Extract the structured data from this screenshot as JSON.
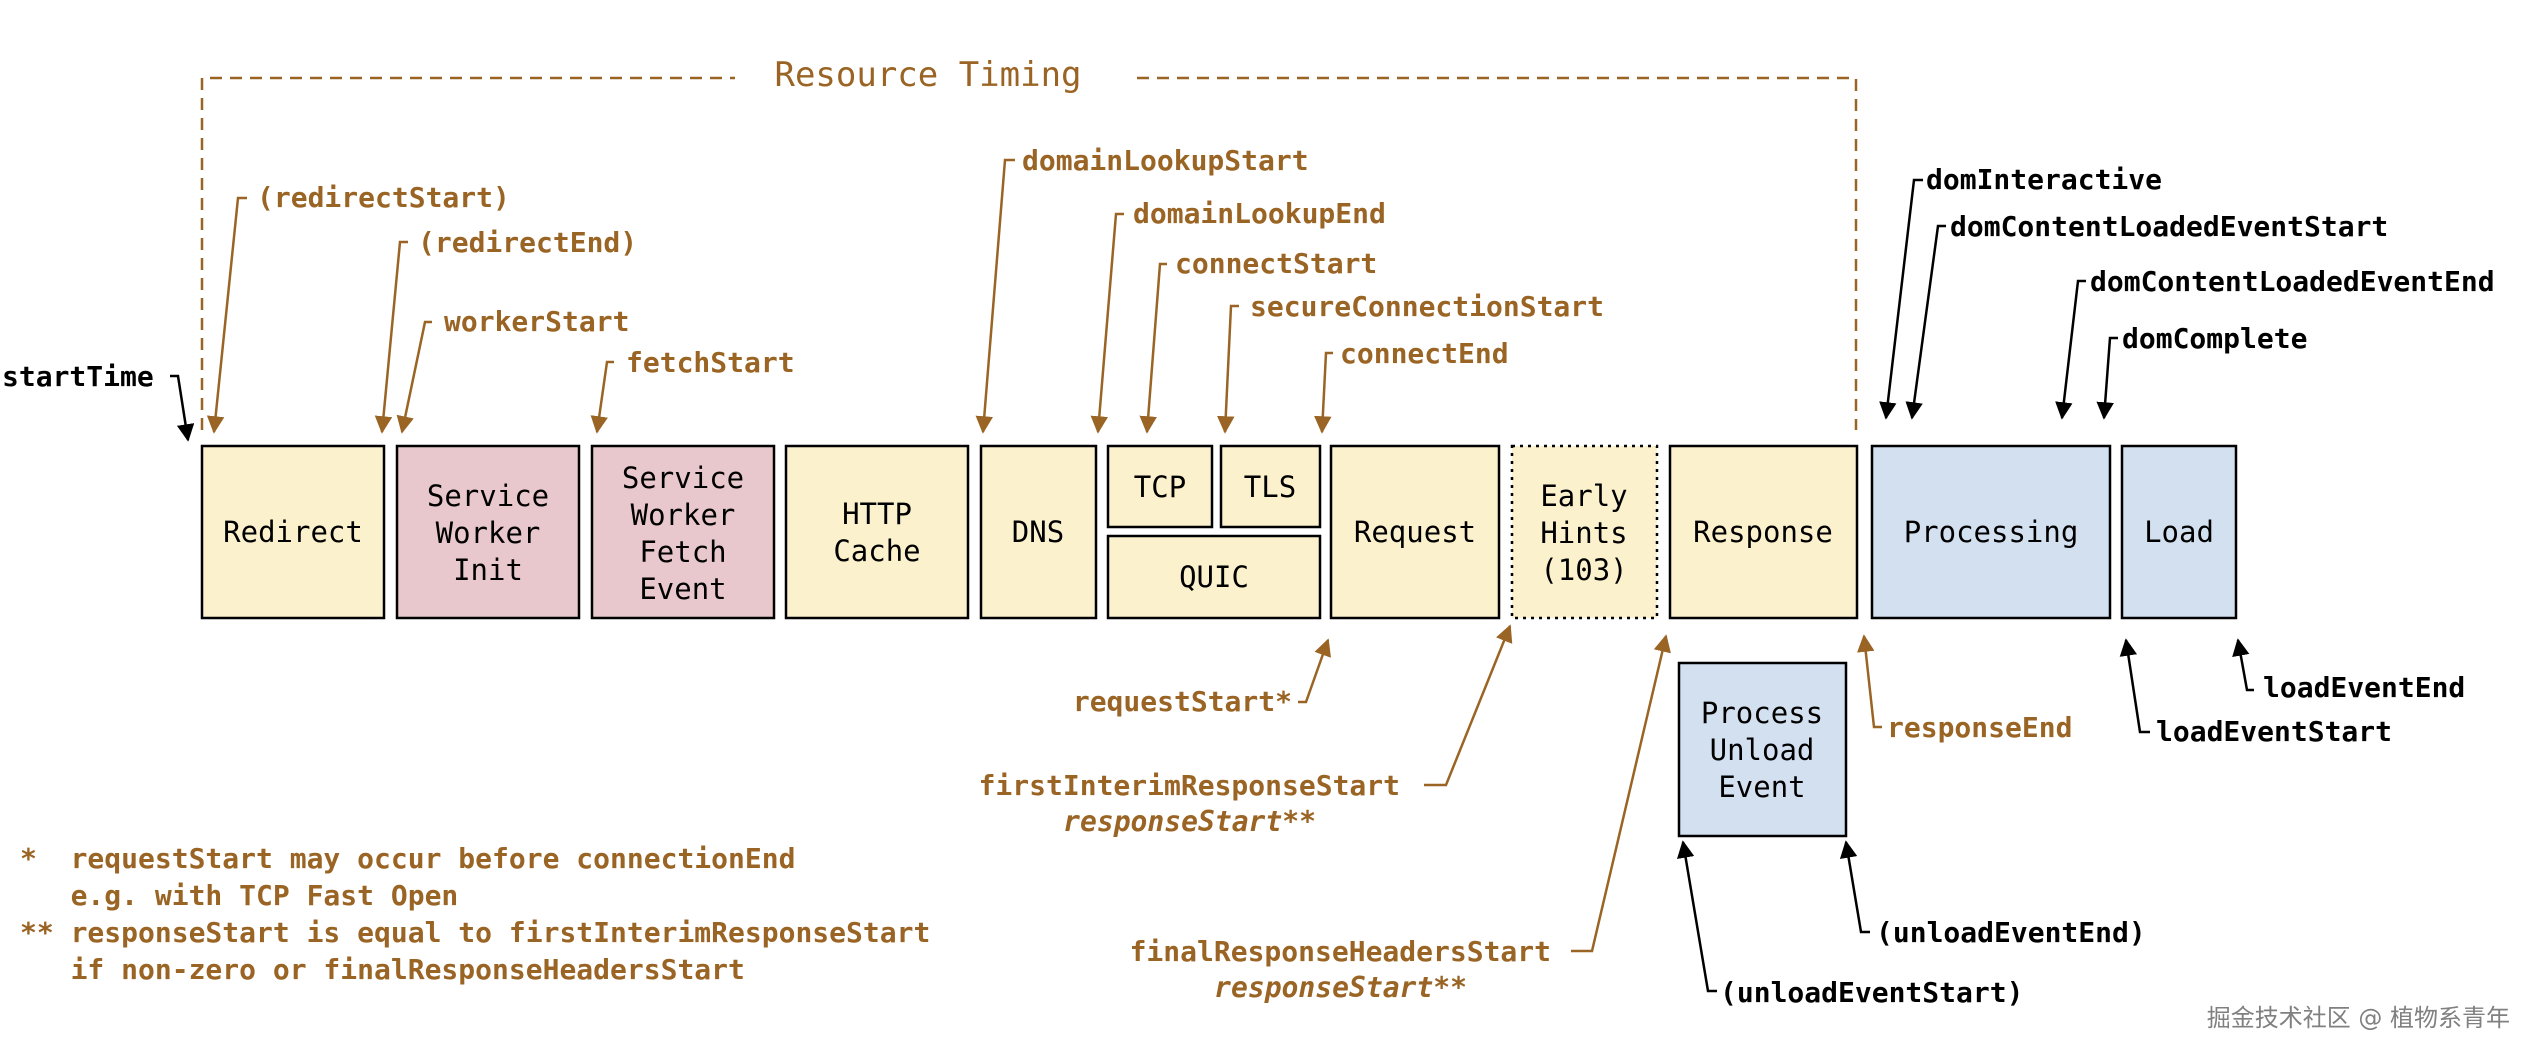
{
  "colors": {
    "brown": "#9a6424",
    "black": "#000000",
    "yellow_box": "#fbf1cc",
    "pink_box": "#e8c8cc",
    "blue_box": "#d3e0f0",
    "watermark": "#808080"
  },
  "title": "Resource Timing",
  "boxes": {
    "redirect": "Redirect",
    "sw_init": [
      "Service",
      "Worker",
      "Init"
    ],
    "sw_fetch": [
      "Service",
      "Worker",
      "Fetch",
      "Event"
    ],
    "http_cache": [
      "HTTP",
      "Cache"
    ],
    "dns": "DNS",
    "tcp": "TCP",
    "tls": "TLS",
    "quic": "QUIC",
    "request": "Request",
    "early_hints": [
      "Early",
      "Hints",
      "(103)"
    ],
    "response": "Response",
    "processing": "Processing",
    "load": "Load",
    "unload": [
      "Process",
      "Unload",
      "Event"
    ]
  },
  "labels": {
    "startTime": "startTime",
    "redirectStart": "(redirectStart)",
    "redirectEnd": "(redirectEnd)",
    "workerStart": "workerStart",
    "fetchStart": "fetchStart",
    "domainLookupStart": "domainLookupStart",
    "domainLookupEnd": "domainLookupEnd",
    "connectStart": "connectStart",
    "secureConnectionStart": "secureConnectionStart",
    "connectEnd": "connectEnd",
    "domInteractive": "domInteractive",
    "domContentLoadedEventStart": "domContentLoadedEventStart",
    "domContentLoadedEventEnd": "domContentLoadedEventEnd",
    "domComplete": "domComplete",
    "requestStart": "requestStart*",
    "firstInterimResponseStart": "firstInterimResponseStart",
    "responseStart1": "responseStart**",
    "finalResponseHeadersStart": "finalResponseHeadersStart",
    "responseStart2": "responseStart**",
    "responseEnd": "responseEnd",
    "loadEventEnd": "loadEventEnd",
    "loadEventStart": "loadEventStart",
    "unloadEventEnd": "(unloadEventEnd)",
    "unloadEventStart": "(unloadEventStart)"
  },
  "footnotes": [
    "*  requestStart may occur before connectionEnd",
    "   e.g. with TCP Fast Open",
    "** responseStart is equal to firstInterimResponseStart",
    "   if non-zero or finalResponseHeadersStart"
  ],
  "watermark": "掘金技术社区 @ 植物系青年"
}
